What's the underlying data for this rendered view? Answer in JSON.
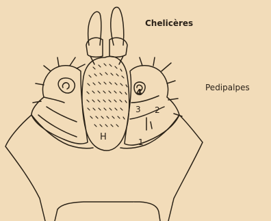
{
  "labels": {
    "chelicerae": "Chelicères",
    "pedipalps": "Pedipalpes",
    "hypostome": "H",
    "segment_1": "1",
    "segment_2": "2",
    "segment_3": "3",
    "segment_4": "4"
  },
  "colors": {
    "paper": "#f2dcb9",
    "ink": "#2a2118"
  }
}
